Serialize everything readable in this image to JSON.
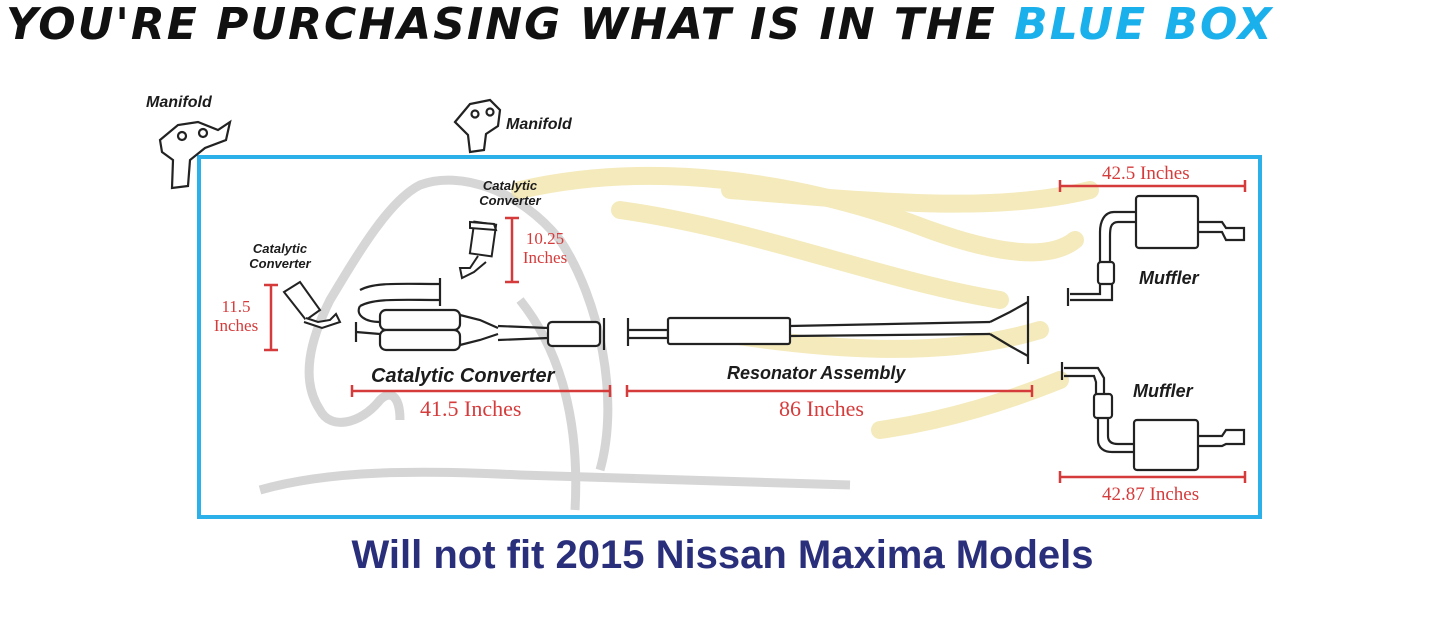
{
  "headline": {
    "prefix": "YOU'RE PURCHASING WHAT IS IN THE",
    "accent": "BLUE BOX",
    "accent_color": "#1ab0ec"
  },
  "diagram": {
    "frame_color": "#2cb0ea",
    "dimension_color": "#d53b3b",
    "labels": {
      "manifold_left": "Manifold",
      "manifold_right": "Manifold",
      "cat_upper_line1": "Catalytic",
      "cat_upper_line2": "Converter",
      "cat_left_line1": "Catalytic",
      "cat_left_line2": "Converter",
      "catalytic_converter": "Catalytic Converter",
      "resonator_assembly": "Resonator Assembly",
      "muffler_top": "Muffler",
      "muffler_bottom": "Muffler"
    },
    "dimensions": {
      "muffler_top_length": "42.5 Inches",
      "muffler_bottom_length": "42.87 Inches",
      "cat_converter_length": "41.5 Inches",
      "resonator_length": "86 Inches",
      "cat_upper_height_value": "10.25",
      "cat_upper_height_unit": "Inches",
      "cat_left_height_value": "11.5",
      "cat_left_height_unit": "Inches"
    }
  },
  "footer": {
    "text": "Will not fit 2015 Nissan Maxima Models",
    "color": "#2a2f7c"
  }
}
